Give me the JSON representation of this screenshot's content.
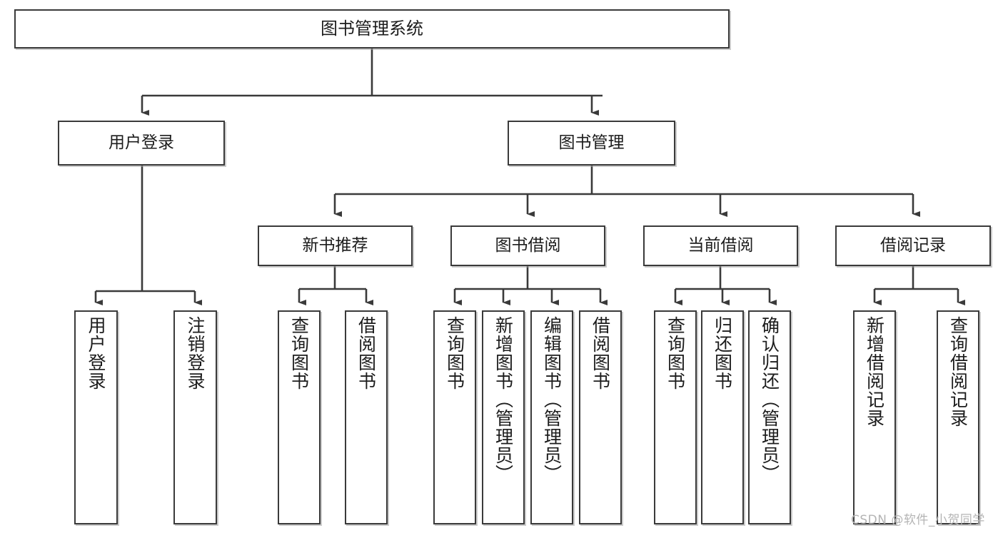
{
  "diagram": {
    "title": "图书管理系统",
    "type": "tree",
    "watermark": "CSDN @软件_小贺同学",
    "colors": {
      "box_border": "#3a3a3a",
      "box_fill": "#ffffff",
      "connector": "#3a3a3a",
      "text": "#1c1c1c",
      "watermark": "#b4b4b4"
    },
    "nodes": {
      "root": {
        "label": "图书管理系统",
        "level": 1
      },
      "level2": [
        {
          "label": "用户登录"
        },
        {
          "label": "图书管理"
        }
      ],
      "level3": [
        {
          "label": "新书推荐"
        },
        {
          "label": "图书借阅"
        },
        {
          "label": "当前借阅"
        },
        {
          "label": "借阅记录"
        }
      ],
      "leaves": {
        "user_login": [
          {
            "label": "用户登录"
          },
          {
            "label": "注销登录"
          }
        ],
        "new_book_recommend": [
          {
            "label": "查询图书"
          },
          {
            "label": "借阅图书"
          }
        ],
        "book_borrow": [
          {
            "label": "查询图书"
          },
          {
            "label": "新增图书（管理员）"
          },
          {
            "label": "编辑图书（管理员）"
          },
          {
            "label": "借阅图书"
          }
        ],
        "current_borrow": [
          {
            "label": "查询图书"
          },
          {
            "label": "归还图书"
          },
          {
            "label": "确认归还（管理员）"
          }
        ],
        "borrow_record": [
          {
            "label": "新增借阅记录"
          },
          {
            "label": "查询借阅记录"
          }
        ]
      }
    }
  }
}
